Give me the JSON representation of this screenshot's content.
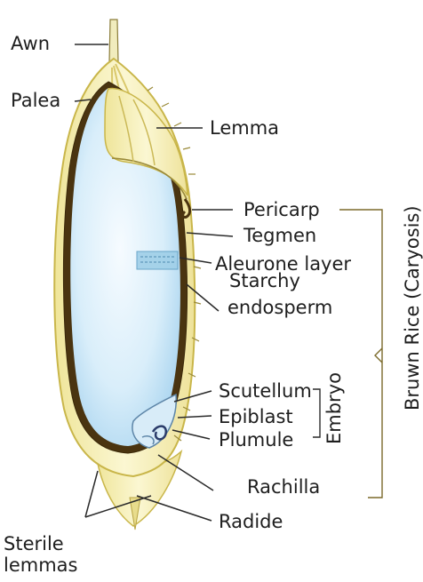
{
  "labels": {
    "awn": "Awn",
    "palea": "Palea",
    "lemma": "Lemma",
    "pericarp": "Pericarp",
    "tegmen": "Tegmen",
    "aleurone": "Aleurone layer",
    "starchy_1": "Starchy",
    "starchy_2": "endosperm",
    "scutellum": "Scutellum",
    "epiblast": "Epiblast",
    "plumule": "Plumule",
    "embryo": "Embryo",
    "brown_rice": "Bruwn Rice (Caryosis)",
    "rachilla": "Rachilla",
    "radicle": "Radide",
    "sterile_1": "Sterile",
    "sterile_2": "lemmas"
  },
  "colors": {
    "husk": "#f3eeb0",
    "husk_edge": "#c9b64a",
    "seed_coat": "#4a3410",
    "endosperm": "#cfe8f8",
    "endosperm_light": "#f4faff",
    "leader": "#2a2a2a",
    "bracket": "#7b6a2a"
  }
}
